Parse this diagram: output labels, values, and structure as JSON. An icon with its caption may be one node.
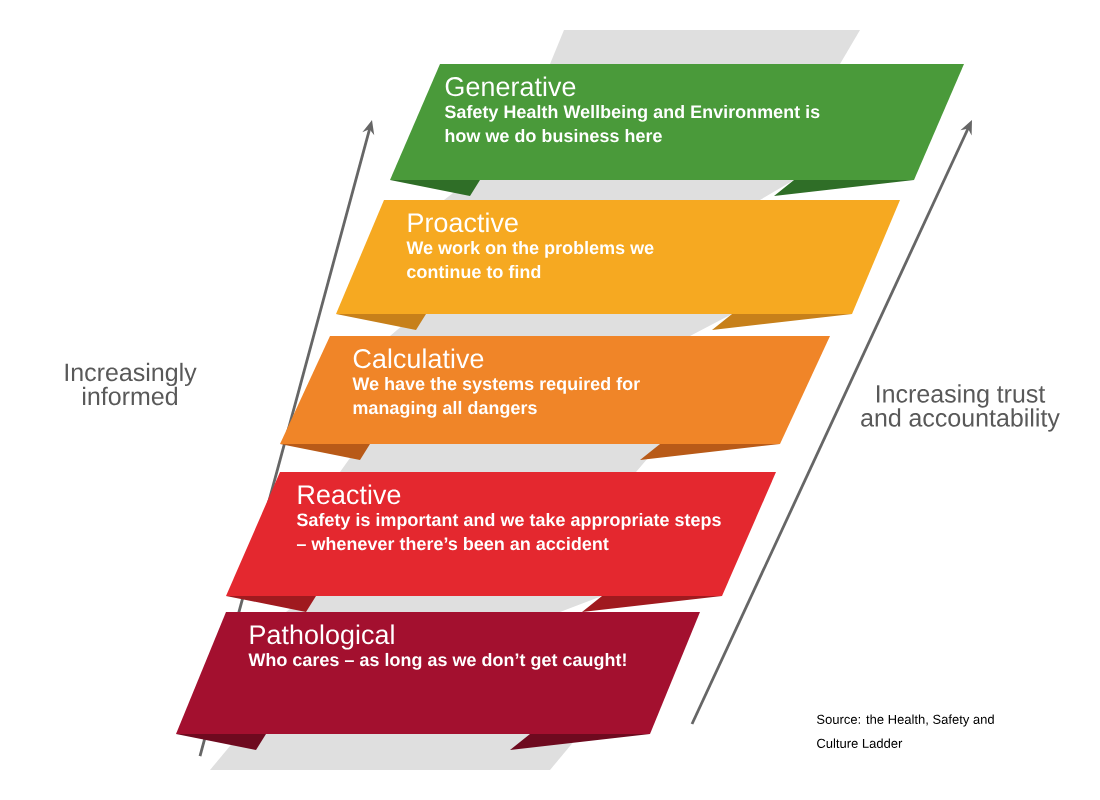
{
  "diagram": {
    "nodes": [
      {
        "text": [
          "Generative",
          "Safety Health Wellbeing and Environment is how we do business here"
        ]
      },
      {
        "text": [
          "Proactive",
          "We work on the problems we continue to find"
        ]
      },
      {
        "text": [
          "Calculative",
          "We have the systems required for managing all dangers"
        ]
      },
      {
        "text": [
          "Reactive",
          "Safety is important and we take appropriate steps – whenever there’s been an accident"
        ]
      },
      {
        "text": [
          "Pathological",
          "Who cares – as long as we don’t get caught!"
        ]
      }
    ],
    "labels": [
      "Increasingly informed",
      "Increasing trust and accountability",
      "Source: the Health, Safety and Culture Ladder"
    ]
  }
}
